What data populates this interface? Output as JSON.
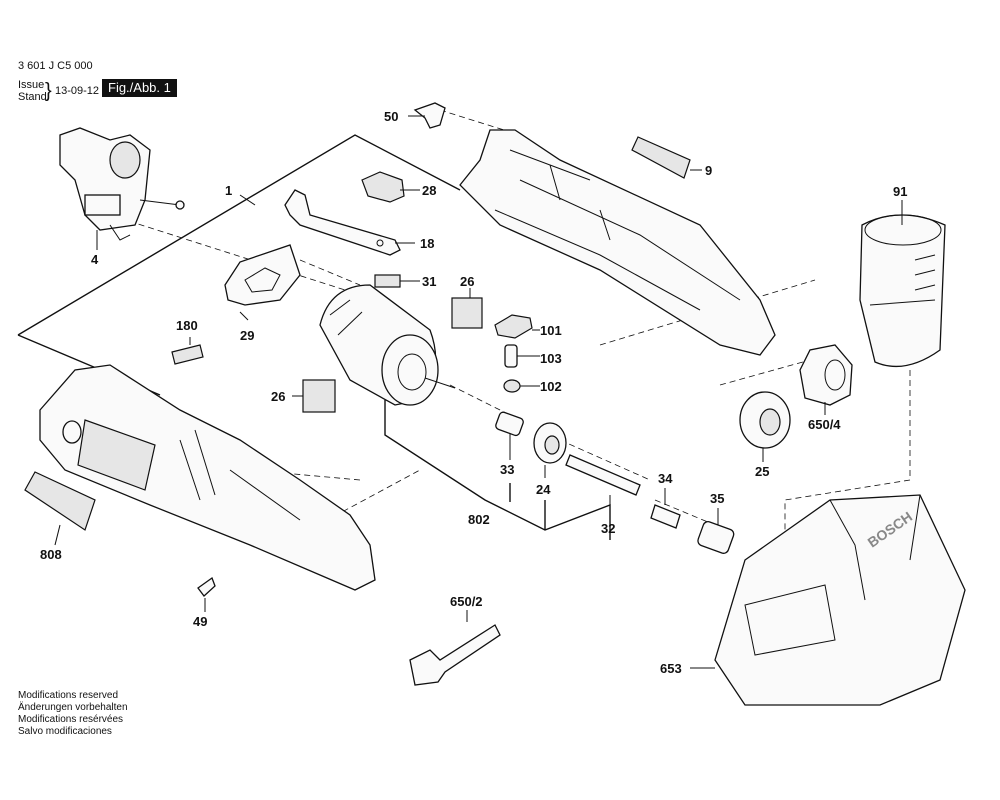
{
  "header": {
    "doc_number": "3 601 J C5 000",
    "issue_label": "Issue",
    "stand_label": "Stand",
    "date": "13-09-12",
    "figure": "Fig./Abb. 1"
  },
  "footer": {
    "notes": [
      "Modifications reserved",
      "Änderungen vorbehalten",
      "Modifications resérvées",
      "Salvo modificaciones"
    ]
  },
  "parts": {
    "p1": "1",
    "p4": "4",
    "p9": "9",
    "p18": "18",
    "p24": "24",
    "p25": "25",
    "p26a": "26",
    "p26b": "26",
    "p28": "28",
    "p29": "29",
    "p31": "31",
    "p32": "32",
    "p33": "33",
    "p34": "34",
    "p35": "35",
    "p49": "49",
    "p50": "50",
    "p91": "91",
    "p101": "101",
    "p102": "102",
    "p103": "103",
    "p180": "180",
    "p650_2": "650/2",
    "p650_4": "650/4",
    "p653": "653",
    "p802": "802",
    "p808": "808"
  },
  "logo_text": "BOSCH"
}
